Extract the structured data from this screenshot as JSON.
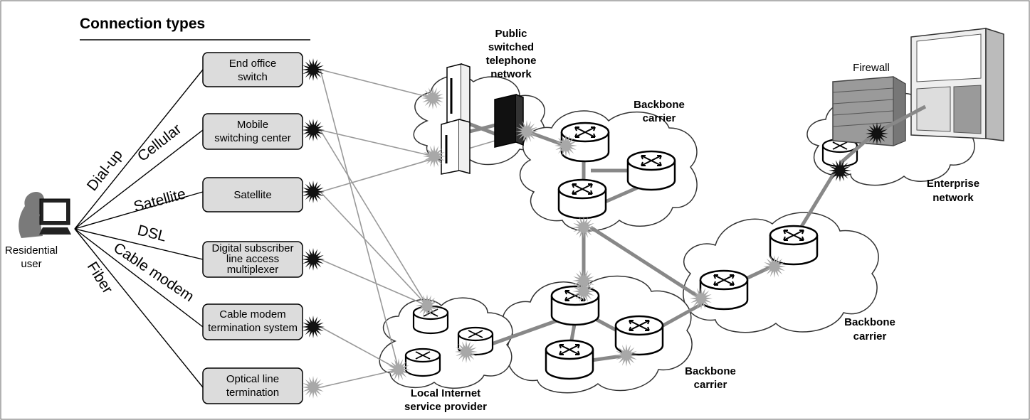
{
  "title": "Connection types",
  "residential_user": [
    "Residential",
    "user"
  ],
  "connection_labels": [
    "Dial-up",
    "Cellular",
    "Satellite",
    "DSL",
    "Cable modem",
    "Fiber"
  ],
  "devices": [
    [
      "End office",
      "switch"
    ],
    [
      "Mobile",
      "switching center"
    ],
    [
      "Satellite"
    ],
    [
      "Digital subscriber",
      "line access",
      "multiplexer"
    ],
    [
      "Cable modem",
      "termination system"
    ],
    [
      "Optical line",
      "termination"
    ]
  ],
  "pstn_label": [
    "Public",
    "switched",
    "telephone",
    "network"
  ],
  "backbone_labels": {
    "top": [
      "Backbone",
      "carrier"
    ],
    "bottom": [
      "Backbone",
      "carrier"
    ],
    "right": [
      "Backbone",
      "carrier"
    ]
  },
  "isp_label": [
    "Local Internet",
    "service provider"
  ],
  "enterprise_label": [
    "Enterprise",
    "network"
  ],
  "firewall_label": "Firewall",
  "colors": {
    "box_fill": "#dcdcdc",
    "link_gray": "#999999",
    "thick_link": "#888888",
    "burst_dark": "#111111",
    "burst_light": "#a8a8a8",
    "cloud_stroke": "#333333"
  }
}
